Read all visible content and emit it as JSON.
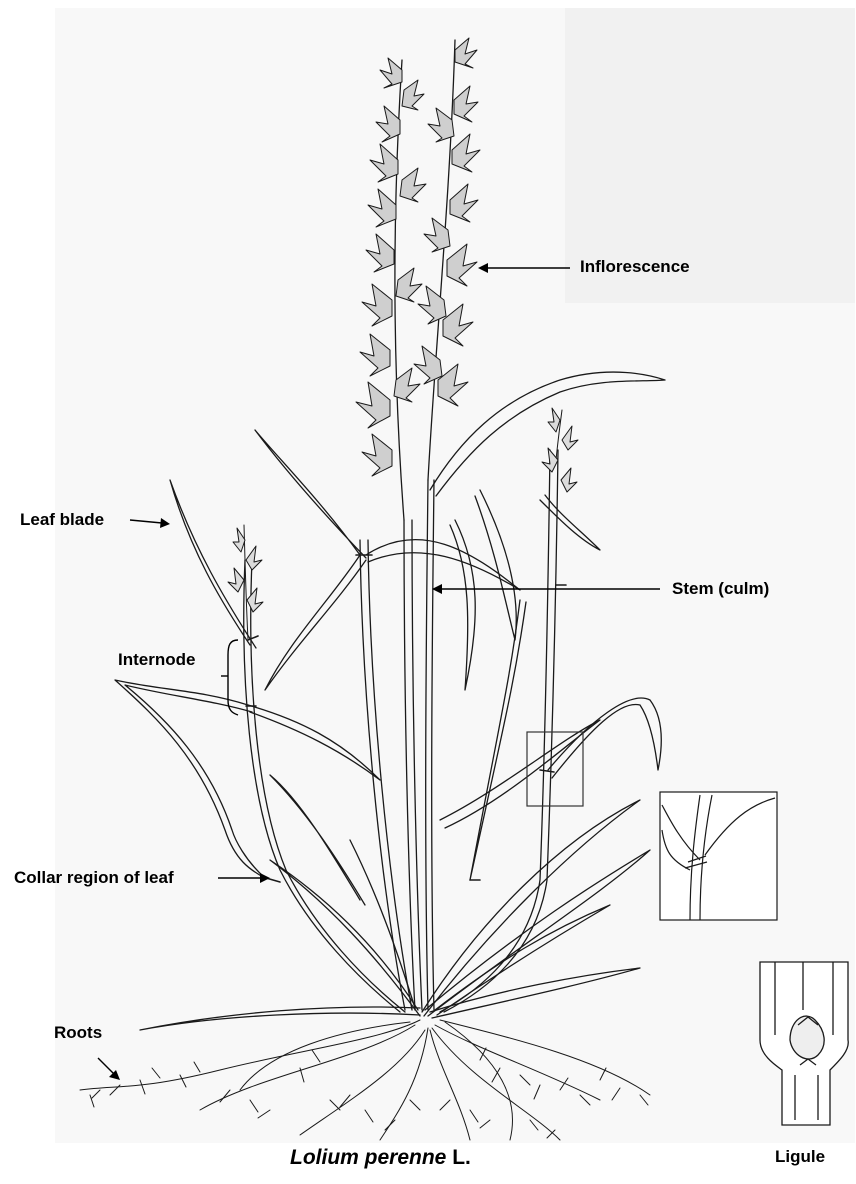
{
  "labels": {
    "inflorescence": "Inflorescence",
    "leaf_blade": "Leaf blade",
    "stem": "Stem (culm)",
    "internode": "Internode",
    "collar": "Collar region of leaf",
    "roots": "Roots",
    "ligule": "Ligule"
  },
  "caption": {
    "species": "Lolium perenne",
    "author": "L."
  },
  "colors": {
    "ink": "#1a1a1a",
    "background": "#ffffff",
    "paper_tint": "#f7f7f7"
  }
}
